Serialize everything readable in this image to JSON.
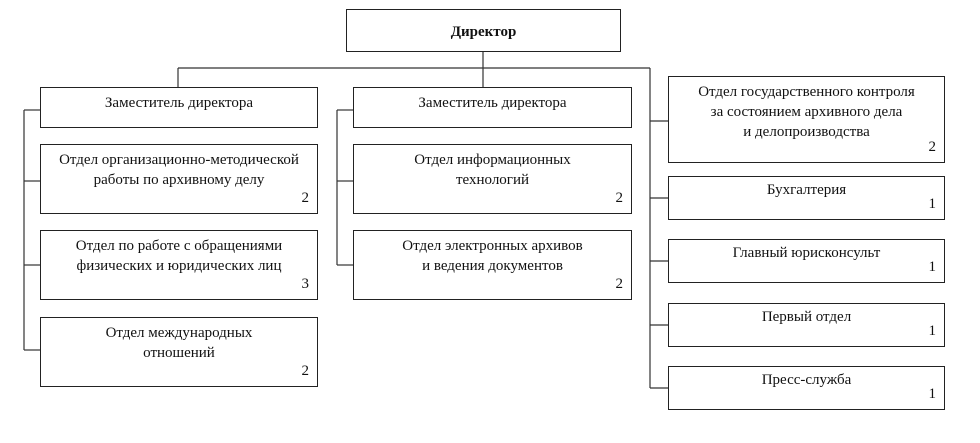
{
  "director": {
    "title": "Директор"
  },
  "column1": {
    "deputy": "Заместитель директора",
    "departments": [
      {
        "line1": "Отдел организационно-методической",
        "line2": "работы по архивному делу",
        "count": "2"
      },
      {
        "line1": "Отдел по работе с обращениями",
        "line2": "физических и юридических лиц",
        "count": "3"
      },
      {
        "line1": "Отдел международных",
        "line2": "отношений",
        "count": "2"
      }
    ]
  },
  "column2": {
    "deputy": "Заместитель директора",
    "departments": [
      {
        "line1": "Отдел информационных",
        "line2": "технологий",
        "count": "2"
      },
      {
        "line1": "Отдел электронных архивов",
        "line2": "и ведения документов",
        "count": "2"
      }
    ]
  },
  "column3": {
    "departments": [
      {
        "line1": "Отдел государственного контроля",
        "line2": "за состоянием архивного дела",
        "line3": "и делопроизводства",
        "count": "2"
      },
      {
        "line1": "Бухгалтерия",
        "count": "1"
      },
      {
        "line1": "Главный юрисконсульт",
        "count": "1"
      },
      {
        "line1": "Первый отдел",
        "count": "1"
      },
      {
        "line1": "Пресс-служба",
        "count": "1"
      }
    ]
  }
}
